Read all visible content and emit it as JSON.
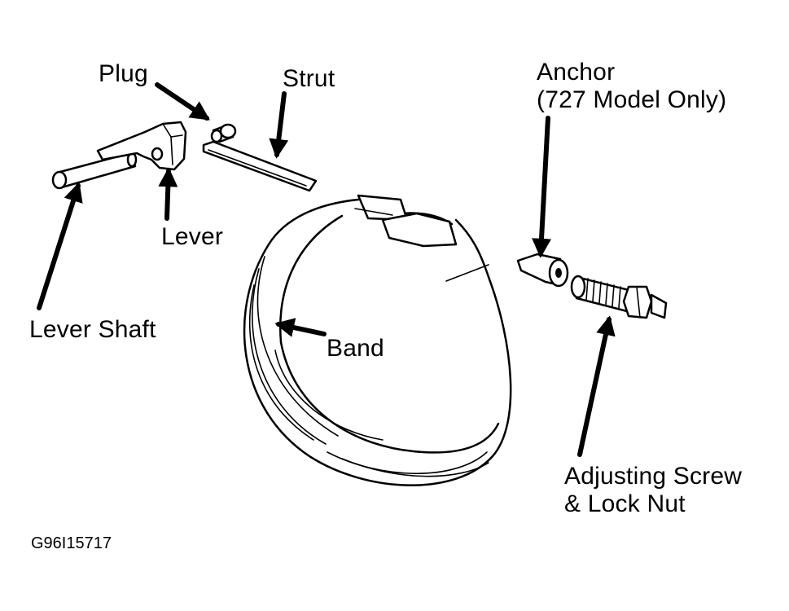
{
  "labels": {
    "plug": "Plug",
    "strut": "Strut",
    "anchor_line1": "Anchor",
    "anchor_line2": "(727 Model Only)",
    "lever": "Lever",
    "lever_shaft": "Lever Shaft",
    "band": "Band",
    "adjusting_line1": "Adjusting Screw",
    "adjusting_line2": "& Lock Nut"
  },
  "figure_id": "G96I15717",
  "colors": {
    "ink": "#000000",
    "paper": "#ffffff"
  }
}
